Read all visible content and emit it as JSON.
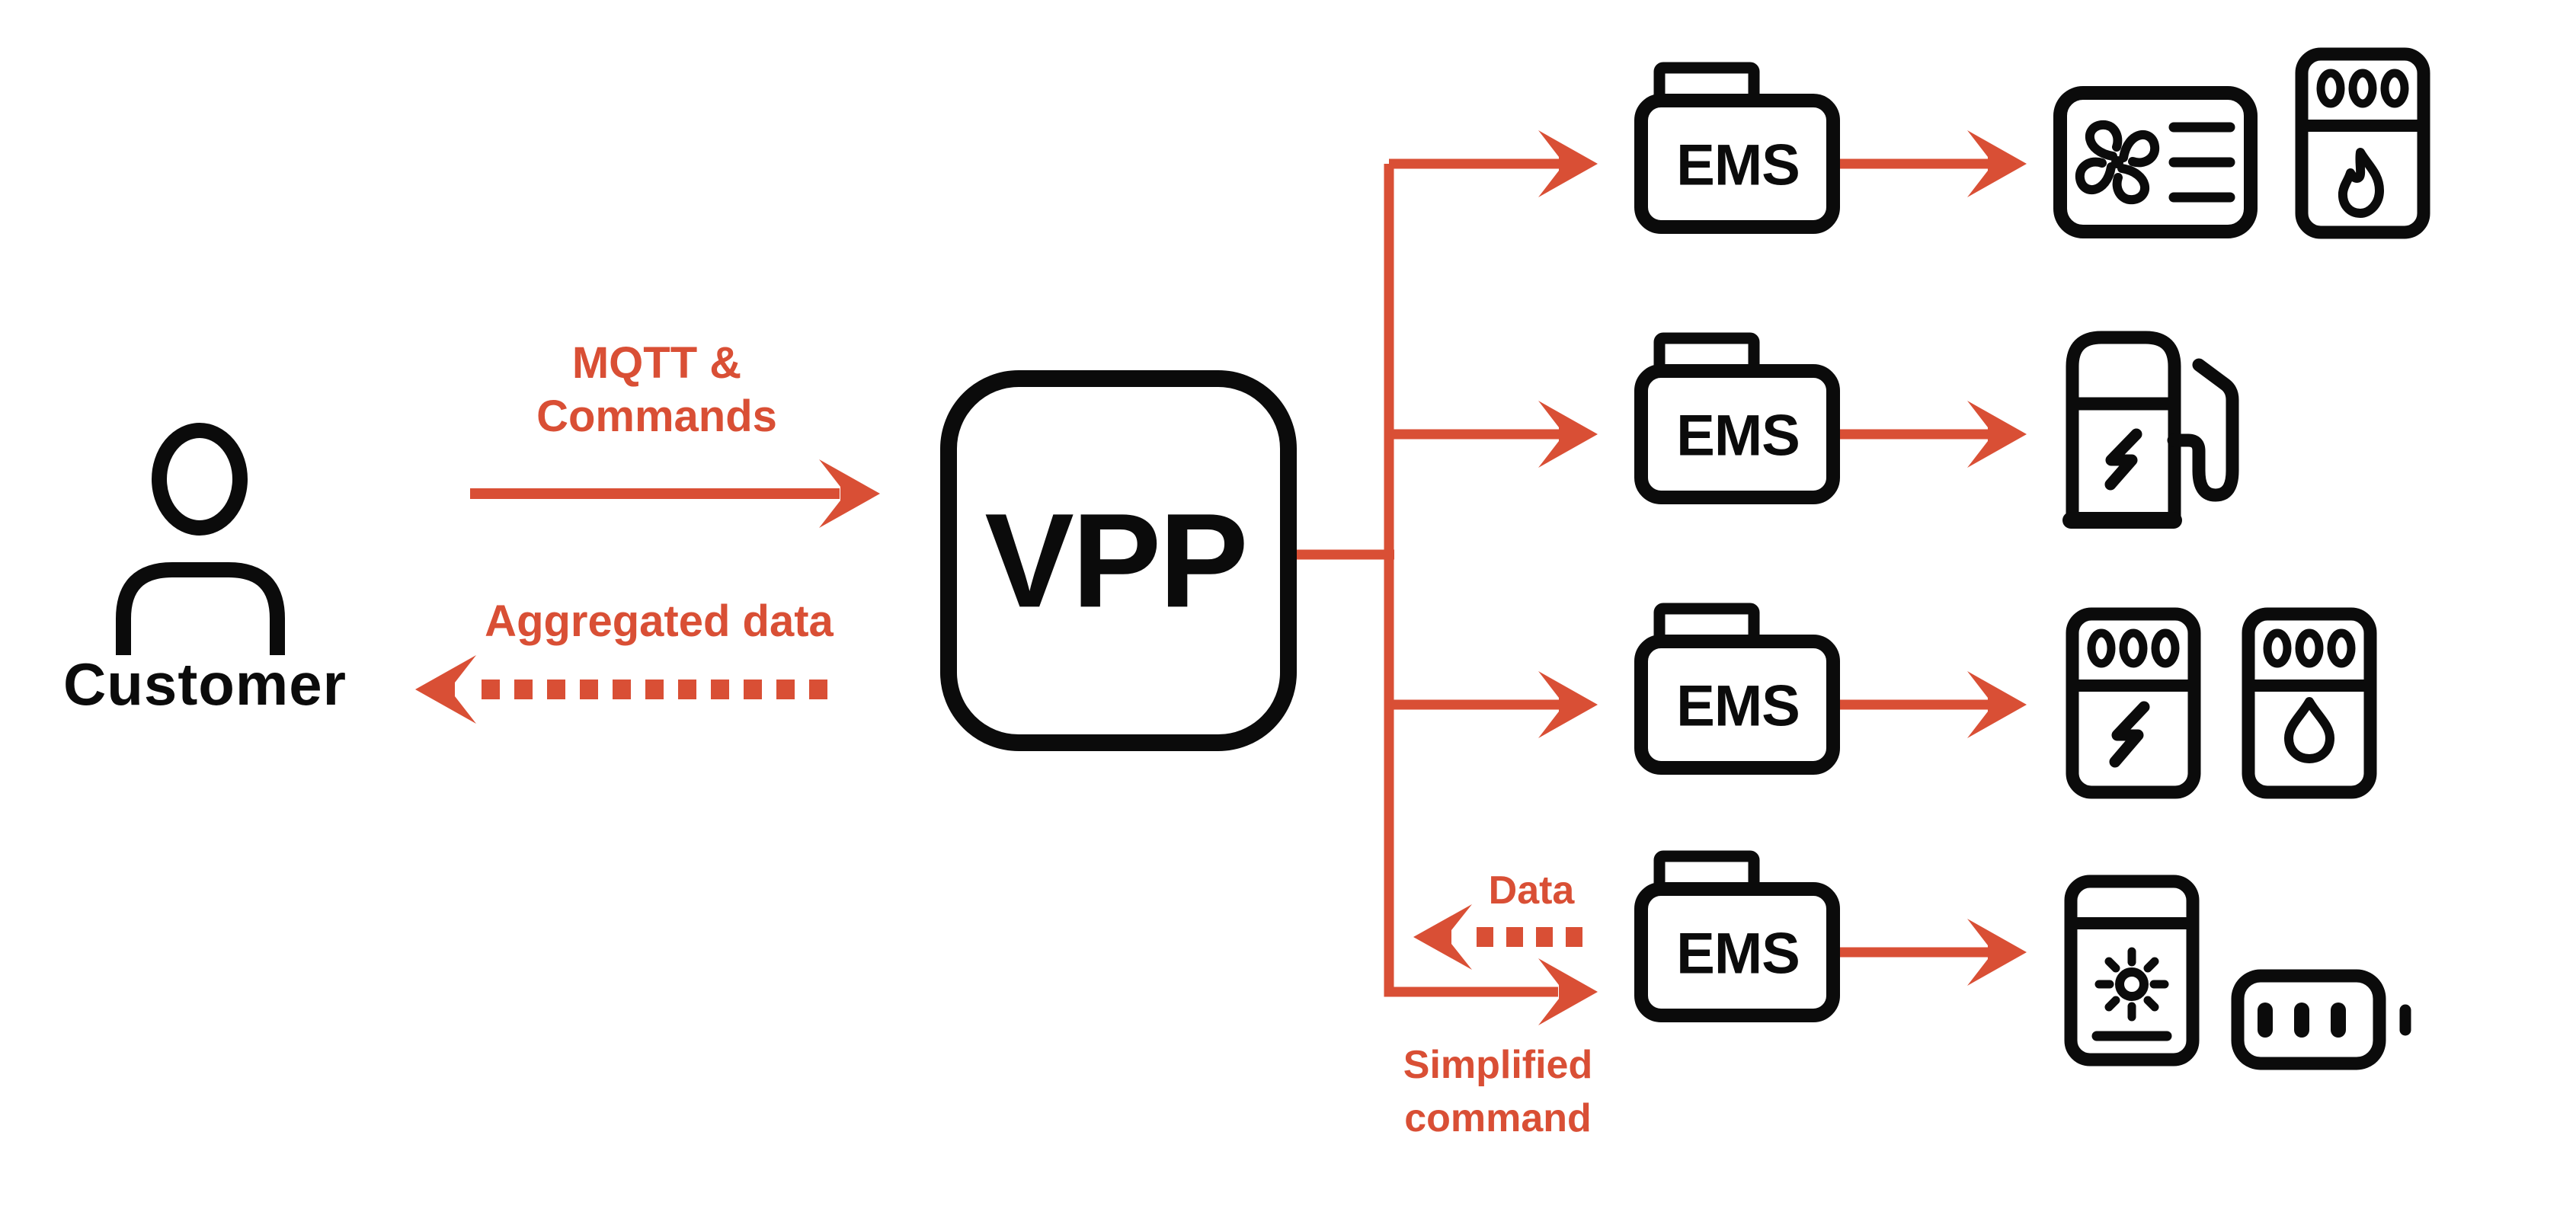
{
  "title": "VPP architecture diagram",
  "colors": {
    "accent": "#D94F35",
    "ink": "#0B0B0B",
    "background": "#FFFFFF"
  },
  "customer": {
    "label": "Customer",
    "icon": "person-icon"
  },
  "vpp": {
    "label": "VPP"
  },
  "flows": {
    "to_vpp": {
      "label_line1": "MQTT &",
      "label_line2": "Commands",
      "style": "solid",
      "direction": "customer-to-vpp"
    },
    "to_customer": {
      "label": "Aggregated data",
      "style": "dotted",
      "direction": "vpp-to-customer"
    },
    "ems_data": {
      "label": "Data",
      "style": "dotted",
      "direction": "ems-to-vpp"
    },
    "ems_command": {
      "label_line1": "Simplified",
      "label_line2": "command",
      "style": "solid",
      "direction": "vpp-to-ems"
    }
  },
  "rows": [
    {
      "ems_label": "EMS",
      "devices": [
        "hvac-unit-icon",
        "gas-boiler-icon"
      ]
    },
    {
      "ems_label": "EMS",
      "devices": [
        "ev-charger-icon"
      ]
    },
    {
      "ems_label": "EMS",
      "devices": [
        "electric-heater-icon",
        "water-heater-icon"
      ]
    },
    {
      "ems_label": "EMS",
      "devices": [
        "solar-inverter-icon",
        "home-battery-icon"
      ]
    }
  ]
}
